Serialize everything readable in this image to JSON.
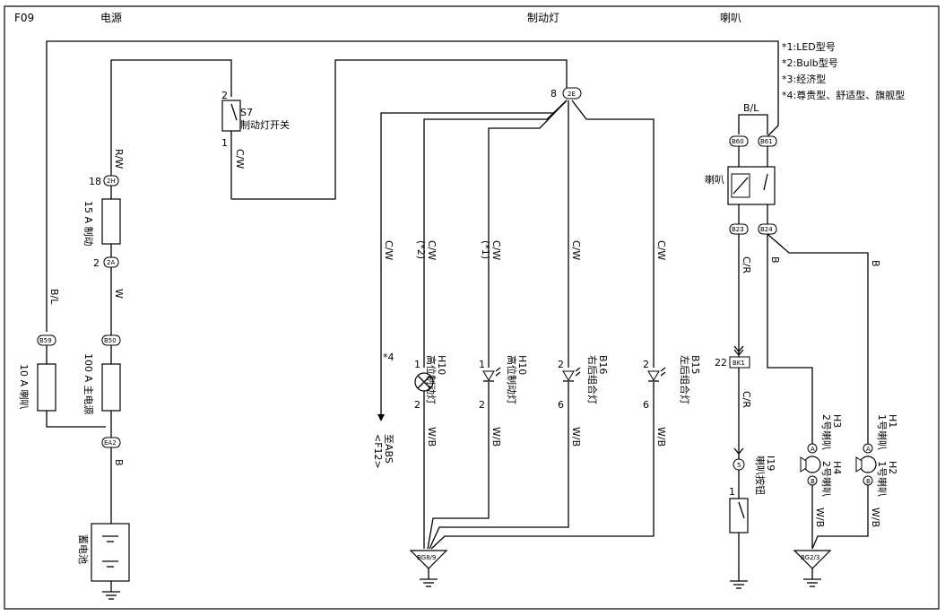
{
  "page_code": "F09",
  "sections": {
    "power": "电源",
    "brake_light": "制动灯",
    "horn": "喇叭"
  },
  "notes": [
    "*1:LED型号",
    "*2:Bulb型号",
    "*3:经济型",
    "*4:尊贵型、舒适型、旗舰型"
  ],
  "s7": {
    "pin_top": "2",
    "pin_bottom": "1",
    "id": "S7",
    "name": "制动灯开关",
    "wire": "C/W"
  },
  "conn_2h": {
    "label": "2H",
    "pin": "18"
  },
  "fuse_15a": "15 A 制动",
  "conn_2a": {
    "label": "2A",
    "pin": "2"
  },
  "wire_rw": "R/W",
  "wire_w": "W",
  "wire_bl": "B/L",
  "conn_b59": "B59",
  "conn_b50": "B50",
  "fuse_10a": "10 A 喇叭",
  "fuse_100a": "100 A 主电源",
  "conn_ea2": "EA2",
  "wire_b": "B",
  "battery": "蓄电池",
  "conn_2e": {
    "label": "2E",
    "pin": "8"
  },
  "branch_abs": {
    "wire": "C/W",
    "note": "*4",
    "dest_1": "至ABS",
    "dest_2": "<F12>"
  },
  "h10_bulb": {
    "wire": "C/W",
    "note": "(*2)",
    "pin_top": "1",
    "pin_bottom": "2",
    "id": "H10",
    "name": "高位制动灯",
    "wire_out": "W/B"
  },
  "h10_led": {
    "wire": "C/W",
    "note": "(*1)",
    "pin_top": "1",
    "pin_bottom": "2",
    "id": "H10",
    "name": "高位制动灯",
    "wire_out": "W/B"
  },
  "b16": {
    "wire": "C/W",
    "pin_top": "2",
    "pin_bottom": "6",
    "id": "B16",
    "name": "右后组合灯",
    "wire_out": "W/B"
  },
  "b15": {
    "wire": "C/W",
    "pin_top": "2",
    "pin_bottom": "6",
    "id": "B15",
    "name": "左后组合灯",
    "wire_out": "W/B"
  },
  "ground_bg89": "BG8/9",
  "horn_wire_bl": "B/L",
  "conn_b60": "B60",
  "conn_b61": "B61",
  "horn_relay": "喇叭",
  "conn_b23": "B23",
  "conn_b24": "B24",
  "wire_cr": "C/R",
  "wire_b_horn_1": "B",
  "wire_b_horn_2": "B",
  "conn_bk1": {
    "label": "BK1",
    "pin": "22"
  },
  "wire_cr_2": "C/R",
  "i19": {
    "id": "I19",
    "name": "喇叭按钮",
    "conn": "5",
    "pin": "1"
  },
  "h3_h4": {
    "top": "H3",
    "top_name": "2号喇叭",
    "bottom": "H4",
    "bottom_name": "2号喇叭",
    "pin_a": "A",
    "pin_b": "B",
    "wire": "W/B"
  },
  "h1_h2": {
    "top": "H1",
    "top_name": "1号喇叭",
    "bottom": "H2",
    "bottom_name": "1号喇叭",
    "pin_a": "A",
    "pin_b": "B",
    "wire": "W/B"
  },
  "ground_bg23": "BG2/3"
}
